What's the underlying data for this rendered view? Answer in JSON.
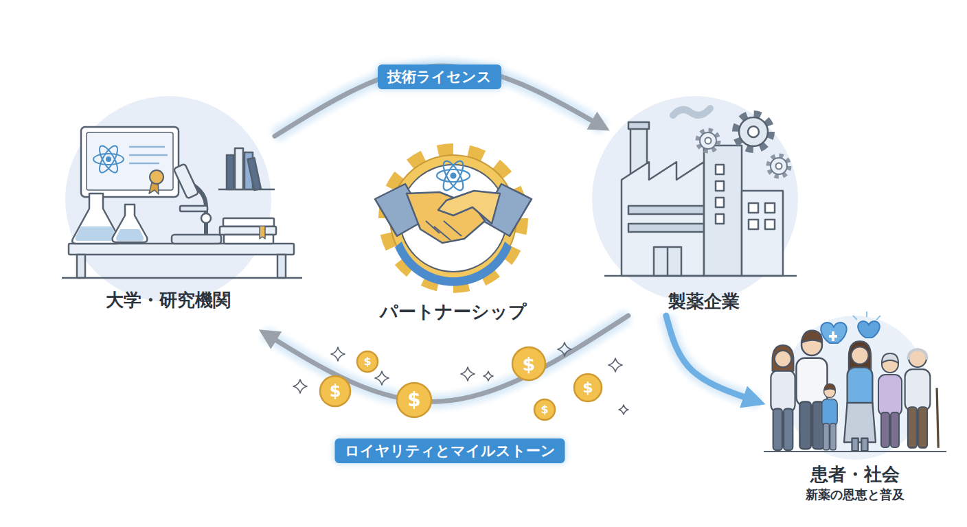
{
  "diagram": {
    "nodes": [
      {
        "text": [
          "大学・研究機関"
        ]
      },
      {
        "text": [
          "パートナーシップ"
        ]
      },
      {
        "text": [
          "製薬企業"
        ]
      },
      {
        "text": [
          "患者・社会",
          "新薬の恩恵と普及"
        ]
      }
    ],
    "edges": [
      {
        "from": 0,
        "to": 2,
        "arrow": "to",
        "label": "技術ライセンス"
      },
      {
        "from": 2,
        "to": 0,
        "arrow": "to",
        "label": "ロイヤリティとマイルストーン"
      },
      {
        "from": 2,
        "to": 3,
        "arrow": "to"
      }
    ],
    "labels": [
      "$",
      "$",
      "$",
      "$",
      "$",
      "$"
    ]
  }
}
